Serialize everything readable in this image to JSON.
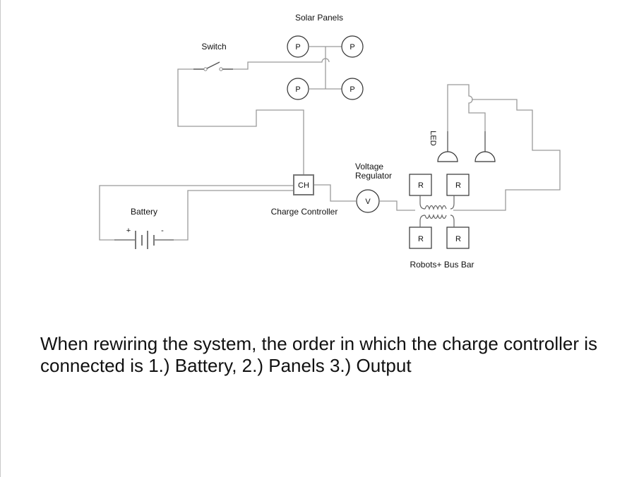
{
  "diagram": {
    "labels": {
      "solar_panels": "Solar Panels",
      "switch": "Switch",
      "battery": "Battery",
      "charge_controller": "Charge Controller",
      "voltage_regulator_line1": "Voltage",
      "voltage_regulator_line2": "Regulator",
      "led": "LED",
      "bus_bar": "Robots+ Bus Bar"
    },
    "components": {
      "panel_symbol": "P",
      "charge_controller_symbol": "CH",
      "voltage_regulator_symbol": "V",
      "robot_symbol": "R",
      "battery_plus": "+",
      "battery_minus": "-"
    },
    "colors": {
      "wire": "#9a9a9a",
      "outline": "#333333",
      "text": "#111111",
      "background": "#ffffff"
    }
  },
  "caption": {
    "text": "When rewiring the system, the order in which the charge controller is connected is 1.) Battery, 2.) Panels 3.) Output"
  }
}
